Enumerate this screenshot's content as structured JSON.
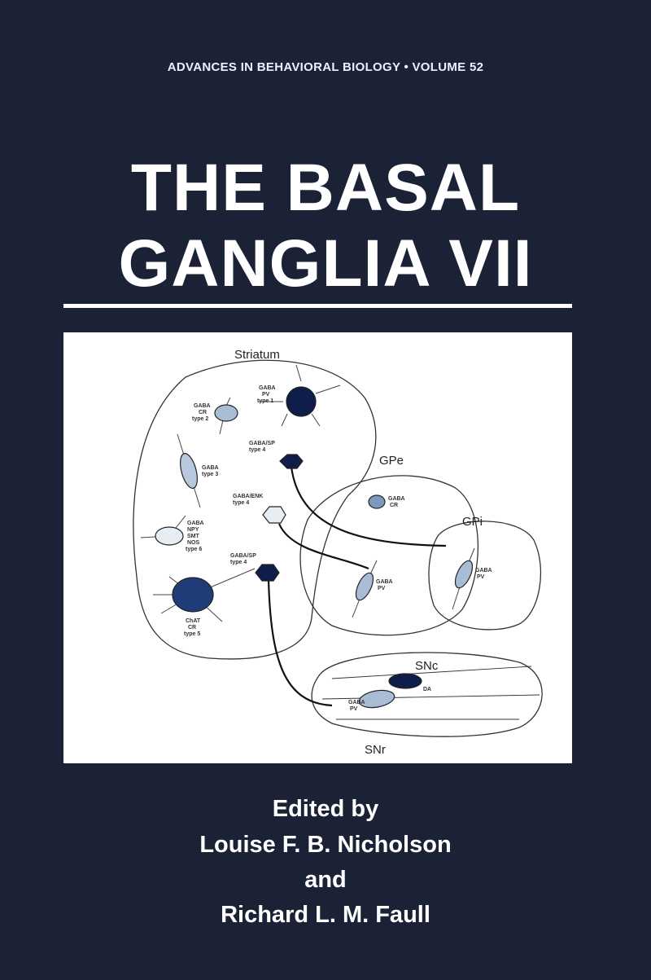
{
  "cover": {
    "series": "ADVANCES IN BEHAVIORAL BIOLOGY • VOLUME 52",
    "title_line1": "THE BASAL",
    "title_line2": "GANGLIA VII",
    "edited_by": "Edited by",
    "editor1": "Louise F. B. Nicholson",
    "and": "and",
    "editor2": "Richard L. M. Faull"
  },
  "figure": {
    "regions": {
      "striatum": "Striatum",
      "gpe": "GPe",
      "gpi": "GPi",
      "snc": "SNc",
      "snr": "SNr"
    },
    "neurons": {
      "n1": [
        "GABA",
        "PV",
        "type 1"
      ],
      "n2": [
        "GABA",
        "CR",
        "type 2"
      ],
      "n3": [
        "GABA",
        "type 3"
      ],
      "n4a": [
        "GABA/SP",
        "type 4"
      ],
      "n4b": [
        "GABA/ENK",
        "type 4"
      ],
      "n4c": [
        "GABA/SP",
        "type 4"
      ],
      "n5": [
        "ChAT",
        "CR",
        "type 5"
      ],
      "n6": [
        "GABA",
        "NPY",
        "SMT",
        "NOS",
        "type 6"
      ],
      "gpe_cr": [
        "GABA",
        "CR"
      ],
      "gpe_pv": [
        "GABA",
        "PV"
      ],
      "gpi_pv": [
        "GABA",
        "PV"
      ],
      "snc_da": [
        "DA"
      ],
      "snr_pv": [
        "GABA",
        "PV"
      ]
    },
    "colors": {
      "dark": "#0f1d4a",
      "medium": "#1f3c78",
      "light": "#a9bcd6",
      "pale": "#e8edf2"
    }
  }
}
